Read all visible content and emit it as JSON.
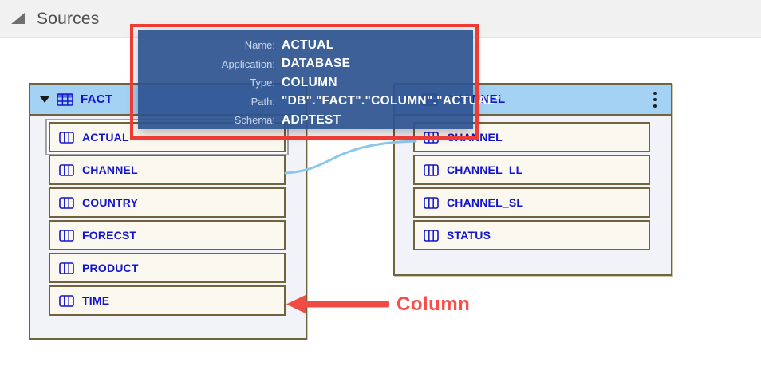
{
  "header": {
    "title": "Sources"
  },
  "tooltip": {
    "fields": [
      {
        "label": "Name:",
        "value": "ACTUAL"
      },
      {
        "label": "Application:",
        "value": "DATABASE"
      },
      {
        "label": "Type:",
        "value": "COLUMN"
      },
      {
        "label": "Path:",
        "value": "\"DB\".\"FACT\".\"COLUMN\".\"ACTUAL\""
      },
      {
        "label": "Schema:",
        "value": "ADPTEST"
      }
    ]
  },
  "tables": {
    "fact": {
      "title": "FACT",
      "columns": [
        {
          "label": "ACTUAL"
        },
        {
          "label": "CHANNEL"
        },
        {
          "label": "COUNTRY"
        },
        {
          "label": "FORECST"
        },
        {
          "label": "PRODUCT"
        },
        {
          "label": "TIME"
        }
      ],
      "selected_column": "ACTUAL"
    },
    "channel": {
      "title": "CHANNEL",
      "columns": [
        {
          "label": "CHANNEL"
        },
        {
          "label": "CHANNEL_LL"
        },
        {
          "label": "CHANNEL_SL"
        },
        {
          "label": "STATUS"
        }
      ]
    }
  },
  "annotation": {
    "label": "Column"
  },
  "icons": {
    "collapse": "collapse-triangle-icon",
    "table": "table-grid-icon",
    "column": "column-grid-icon",
    "menu": "kebab-menu-icon"
  },
  "colors": {
    "accent_text_blue": "#1414cc",
    "table_header_fill": "#a4d2f4",
    "row_fill": "#fbf8ef",
    "card_fill": "#f1f3f8",
    "border_olive": "#71633d",
    "tooltip_bg": "#2c5290",
    "annotation_red": "#ee3b36",
    "connector_blue": "#8cc6e9"
  }
}
